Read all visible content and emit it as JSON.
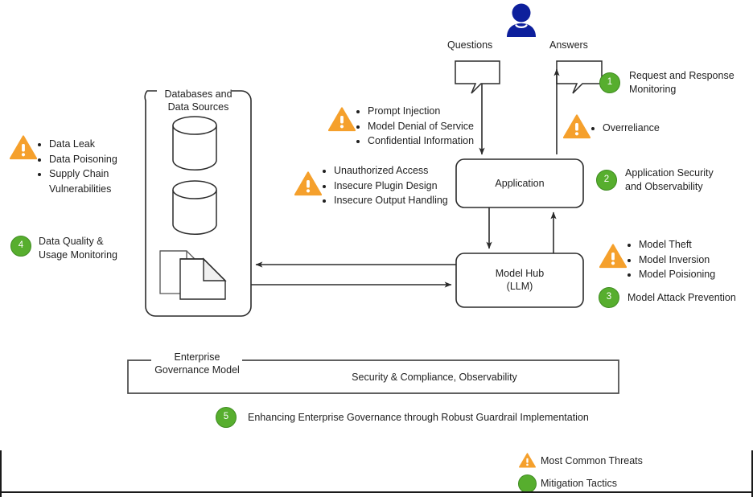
{
  "diagram": {
    "actor": {
      "icon": "person-icon",
      "color": "#0d1f9c"
    },
    "flows": {
      "questions_label": "Questions",
      "answers_label": "Answers"
    },
    "nodes": {
      "data_sources": {
        "title_line1": "Databases and",
        "title_line2": "Data Sources",
        "icons": [
          "database-cylinder-icon",
          "database-cylinder-icon",
          "documents-icon"
        ]
      },
      "application": {
        "label": "Application"
      },
      "model_hub": {
        "label_line1": "Model Hub",
        "label_line2": "(LLM)"
      },
      "governance": {
        "title_line1": "Enterprise",
        "title_line2": "Governance Model",
        "body": "Security & Compliance, Observability"
      }
    },
    "threats": {
      "data_sources": [
        "Data Leak",
        "Data Poisoning",
        "Supply Chain Vulnerabilities"
      ],
      "prompt": [
        "Prompt Injection",
        "Model Denial of Service",
        "Confidential Information"
      ],
      "application": [
        "Unauthorized Access",
        "Insecure Plugin Design",
        "Insecure Output Handling"
      ],
      "answers": [
        "Overreliance"
      ],
      "model": [
        "Model Theft",
        "Model Inversion",
        "Model Poisioning"
      ]
    },
    "mitigations": [
      {
        "number": "1",
        "label_line1": "Request and Response",
        "label_line2": "Monitoring"
      },
      {
        "number": "2",
        "label_line1": "Application Security",
        "label_line2": "and Observability"
      },
      {
        "number": "3",
        "label_line1": "Model Attack Prevention",
        "label_line2": ""
      },
      {
        "number": "4",
        "label_line1": "Data Quality &",
        "label_line2": "Usage Monitoring"
      },
      {
        "number": "5",
        "label_line1": "Enhancing Enterprise Governance through Robust Guardrail Implementation",
        "label_line2": ""
      }
    ],
    "legend": [
      {
        "icon": "warning-triangle-icon",
        "label": "Most Common Threats"
      },
      {
        "icon": "green-circle-icon",
        "label": "Mitigation Tactics"
      }
    ],
    "colors": {
      "threat_orange": "#f5a02c",
      "mitigation_green": "#57ae2e",
      "actor_blue": "#0d1f9c",
      "stroke": "#3a3a3a"
    }
  }
}
